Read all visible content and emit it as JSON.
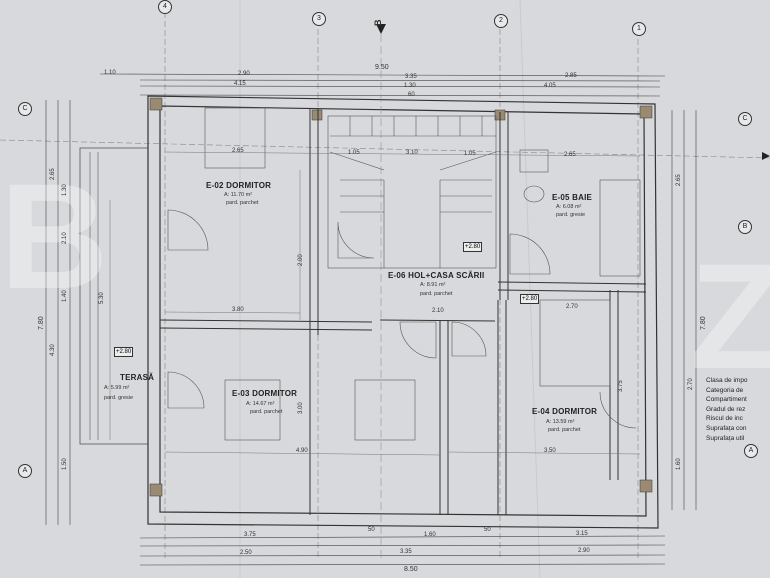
{
  "rooms": {
    "e02": {
      "name": "E-02 DORMITOR",
      "area": "A: 11.70 m²",
      "floor": "pard. parchet"
    },
    "e03": {
      "name": "E-03 DORMITOR",
      "area": "A: 14.67 m²",
      "floor": "pard. parchet"
    },
    "e04": {
      "name": "E-04 DORMITOR",
      "area": "A: 13.59 m²",
      "floor": "pard. parchet"
    },
    "e05": {
      "name": "E-05 BAIE",
      "area": "A: 6.08 m²",
      "floor": "pard. gresie"
    },
    "e06": {
      "name": "E-06 HOL+CASA SCĂRII",
      "area": "A: 8.91 m²",
      "floor": "pard. parchet"
    },
    "terasa": {
      "name": "TERASĂ",
      "area": "A: 5.99 m²",
      "floor": "pard. gresie"
    }
  },
  "axes": {
    "a1": "1",
    "a2": "2",
    "a3": "3",
    "a4": "4",
    "aA": "A",
    "aB": "B",
    "aC": "C",
    "section": "B"
  },
  "levels": {
    "l1": "+2.80",
    "l2": "+2.80",
    "l3": "+2.80"
  },
  "dims_top": {
    "total": "9.50",
    "d1": "1.10",
    "d2": "2.90",
    "d3": "3.35",
    "d4": "2.85",
    "d5": "4.15",
    "d6": "1.30",
    "d7": "4.05",
    "d8": "60"
  },
  "dims_bottom": {
    "d1": "3.75",
    "d2": "50",
    "d3": "1.60",
    "d4": "50",
    "d5": "3.15",
    "d6": "2.50",
    "d7": "3.35",
    "d8": "2.90",
    "total": "8.50"
  },
  "dims_inner": {
    "a": "2.65",
    "b": "1.05",
    "c": "3.10",
    "d": "1.05",
    "e": "2.65",
    "f": "3.80",
    "g": "2.10",
    "h": "4.90",
    "i": "3.50",
    "j": "2.00",
    "k": "3.00",
    "l": "5.30",
    "m": "3.75",
    "n": "2.70"
  },
  "dims_left": {
    "total": "7.80",
    "a": "2.65",
    "b": "2.10",
    "c": "1.40",
    "d": "4.30",
    "e": "1.50",
    "f": "1.30"
  },
  "dims_right": {
    "total": "7.80",
    "a": "2.65",
    "b": "2.70",
    "c": "1.60"
  },
  "legend": [
    "Clasa de impo",
    "Categoria de",
    "Compartiment",
    "Gradul de rez",
    "Riscul de inc",
    "Suprafața con",
    "Suprafața util"
  ],
  "colors": {
    "wall": "#3a3a3a",
    "line": "#555555",
    "paper": "#dcdde0",
    "hatch": "#8a8a8a"
  }
}
